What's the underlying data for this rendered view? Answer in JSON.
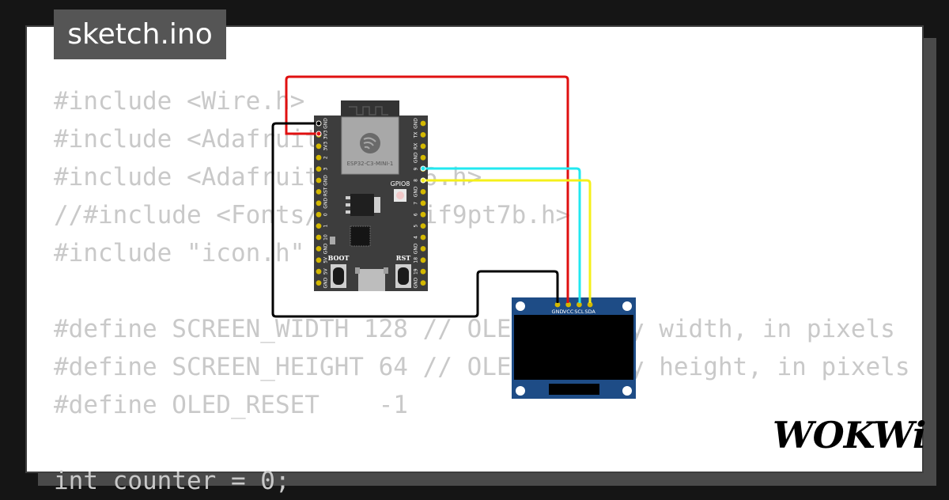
{
  "file": {
    "name": "sketch.ino"
  },
  "code_lines": [
    "#include <Wire.h>",
    "#include <Adafruit_GFX.h>",
    "#include <Adafruit_SSD1306.h>",
    "//#include <Fonts/FreeSerif9pt7b.h>",
    "#include \"icon.h\"",
    "",
    "#define SCREEN_WIDTH 128 // OLED display width, in pixels",
    "#define SCREEN_HEIGHT 64 // OLED display height, in pixels",
    "#define OLED_RESET    -1",
    "",
    "int counter = 0;"
  ],
  "board": {
    "module_label": "ESP32-C3-MINI-1",
    "gpio_label": "GPIO8",
    "boot_label": "BOOT",
    "rst_label": "RST",
    "left_pins": [
      "GND",
      "3V3",
      "3V3",
      "2",
      "3",
      "GND",
      "RST",
      "GND",
      "0",
      "1",
      "10",
      "GND",
      "5V",
      "5V",
      "GND"
    ],
    "right_pins": [
      "GND",
      "TX",
      "RX",
      "GND",
      "9",
      "8",
      "GND",
      "7",
      "6",
      "5",
      "4",
      "GND",
      "18",
      "19",
      "GND"
    ]
  },
  "oled": {
    "pins": [
      "GND",
      "VCC",
      "SCL",
      "SDA"
    ]
  },
  "wires": {
    "vcc_color": "#e01010",
    "gnd_color": "#000000",
    "scl_color": "#22e8f0",
    "sda_color": "#f5f01a"
  },
  "brand": {
    "logo_text": "WOKWi"
  }
}
